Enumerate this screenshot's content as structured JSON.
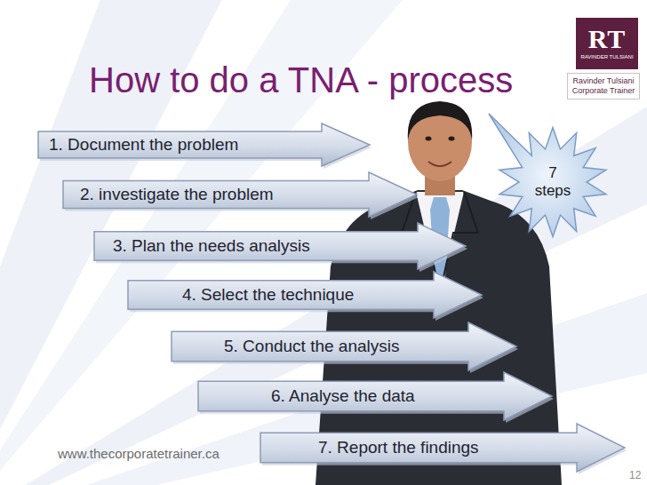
{
  "diagram": {
    "title": "How to do a TNA - process",
    "nodes": [
      {
        "text": [
          "RT",
          "RAVINDER TULSIANI"
        ]
      },
      {
        "text": [
          "Ravinder Tulsiani Corporate Trainer"
        ]
      },
      {
        "text": [
          "1. Document the problem"
        ]
      },
      {
        "text": [
          "2. investigate the problem"
        ]
      },
      {
        "text": [
          "3. Plan the needs analysis"
        ]
      },
      {
        "text": [
          "4. Select the technique"
        ]
      },
      {
        "text": [
          "5. Conduct the analysis"
        ]
      },
      {
        "text": [
          "6. Analyse the data"
        ]
      },
      {
        "text": [
          "7. Report the findings"
        ]
      },
      {
        "text": [
          "7 steps"
        ]
      }
    ],
    "labels": [
      "www.thecorporatetrainer.ca",
      "12"
    ]
  }
}
